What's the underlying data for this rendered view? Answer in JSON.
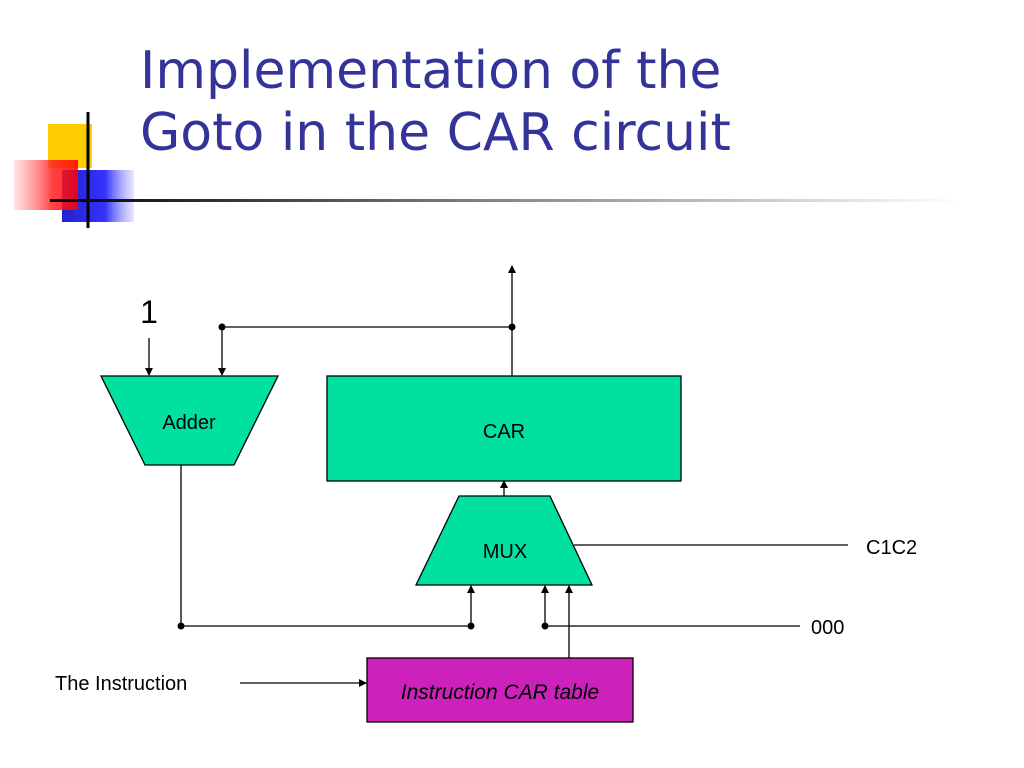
{
  "slide": {
    "title_line1": "Implementation of the",
    "title_line2": "Goto in the CAR circuit"
  },
  "diagram": {
    "input_one": "1",
    "adder_label": "Adder",
    "car_label": "CAR",
    "mux_label": "MUX",
    "control_label": "C1C2",
    "zero_label": "000",
    "instruction_label": "The Instruction",
    "table_label": "Instruction CAR table"
  },
  "colors": {
    "title": "#333399",
    "block_fill": "#00e0a0",
    "table_fill": "#cc22bb"
  }
}
